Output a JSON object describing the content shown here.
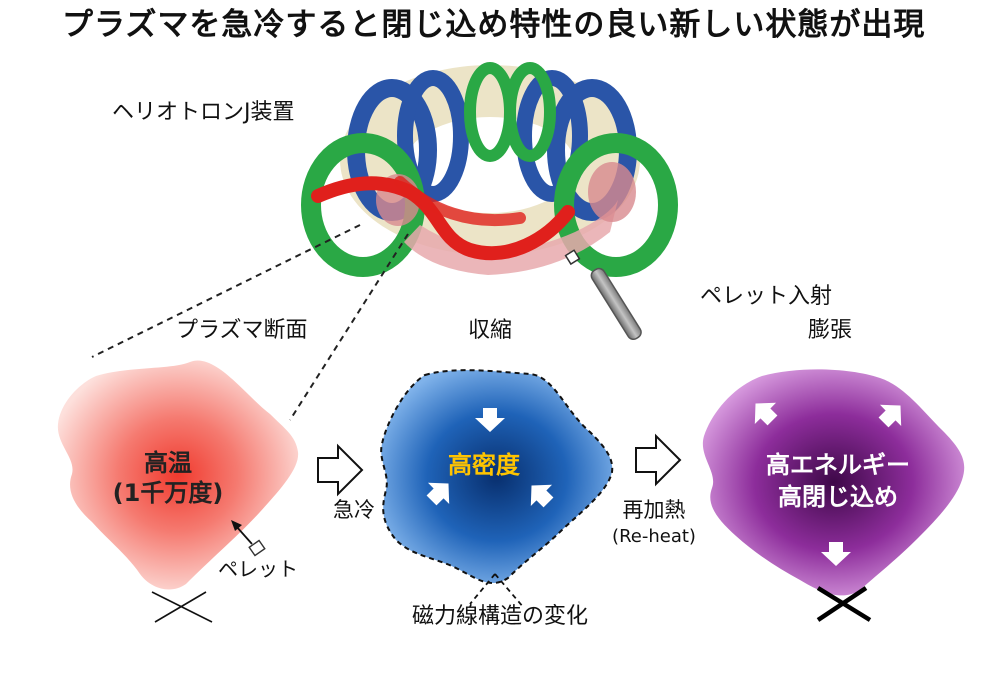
{
  "title": "プラズマを急冷すると閉じ込め特性の良い新しい状態が出現",
  "labels": {
    "device": "ヘリオトロンJ装置",
    "pellet_injection": "ペレット入射",
    "cross_section": "プラズマ断面",
    "contraction": "収縮",
    "expansion": "膨張",
    "high_temp_line1": "高温",
    "high_temp_line2": "(1千万度)",
    "pellet": "ペレット",
    "high_density": "高密度",
    "quench": "急冷",
    "reheat_line1": "再加熱",
    "reheat_line2": "(Re-heat)",
    "high_energy_line1": "高エネルギー",
    "high_energy_line2": "高閉じ込め",
    "field_change": "磁力線構造の変化"
  },
  "colors": {
    "hot_core": "#f04a3a",
    "hot_edge": "#fbd6d2",
    "cold_core": "#0b3f86",
    "cold_edge": "#5c9be0",
    "energetic_core": "#4d0c57",
    "energetic_edge": "#c66fd0",
    "coil_green": "#2aa845",
    "coil_blue": "#2a55a8",
    "plasma_red": "#e0201c",
    "dense_text": "#ffc400"
  }
}
